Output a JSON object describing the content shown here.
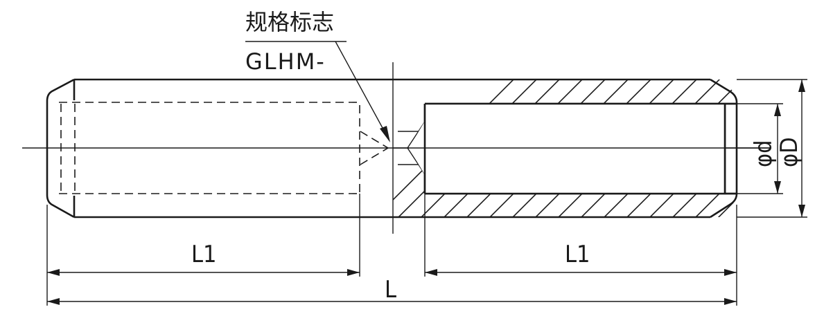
{
  "labels": {
    "spec_mark": "规格标志",
    "model_prefix": "GLHM-",
    "length_left": "L1",
    "length_right": "L1",
    "total_length": "L",
    "inner_diameter": "φd",
    "outer_diameter": "φD"
  },
  "colors": {
    "line": "#1a1a1a",
    "background": "#ffffff"
  }
}
